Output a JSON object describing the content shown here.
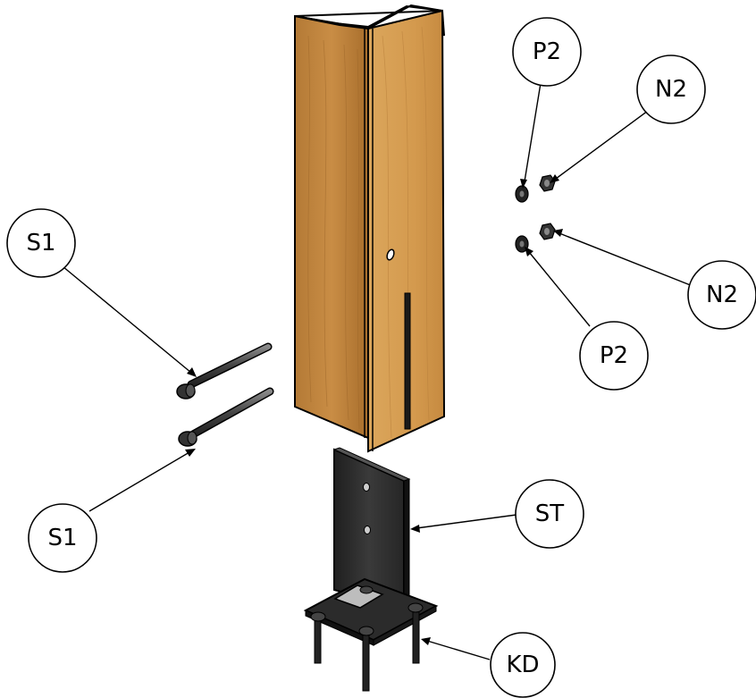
{
  "diagram": {
    "type": "exploded assembly drawing",
    "parts": {
      "post": "wooden-post",
      "base": "steel-post-base",
      "bolts": "carriage-bolts",
      "washers": "washers",
      "nuts": "nuts",
      "anchors": "anchor-screws"
    },
    "callouts": [
      {
        "id": "p2-top",
        "label": "P2"
      },
      {
        "id": "n2-top",
        "label": "N2"
      },
      {
        "id": "s1-top",
        "label": "S1"
      },
      {
        "id": "n2-bottom",
        "label": "N2"
      },
      {
        "id": "p2-bottom",
        "label": "P2"
      },
      {
        "id": "s1-bottom",
        "label": "S1"
      },
      {
        "id": "st",
        "label": "ST"
      },
      {
        "id": "kd",
        "label": "KD"
      }
    ],
    "colors": {
      "wood_light": "#d39a4d",
      "wood_dark": "#a8702e",
      "steel": "#2a2a2a",
      "line": "#000000"
    }
  }
}
